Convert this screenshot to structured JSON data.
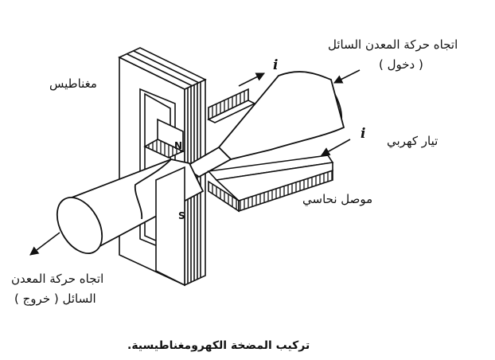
{
  "labels": {
    "magnet": "مغناطيس",
    "flow_in_line1": "اتجاه حركة المعدن السائل",
    "flow_in_line2": "( دخول )",
    "current": "تيار كهربي",
    "conductor": "موصل نحاسي",
    "flow_out_line1": "اتجاه حركة المعدن",
    "flow_out_line2": "السائل ( خروج )",
    "caption": "تركيب المضخة الكهرومغناطيسية.",
    "current_symbol_top": "i",
    "current_symbol_right": "i",
    "pole_north": "N",
    "pole_south": "S"
  },
  "colors": {
    "ink": "#111111",
    "paper": "#ffffff"
  }
}
